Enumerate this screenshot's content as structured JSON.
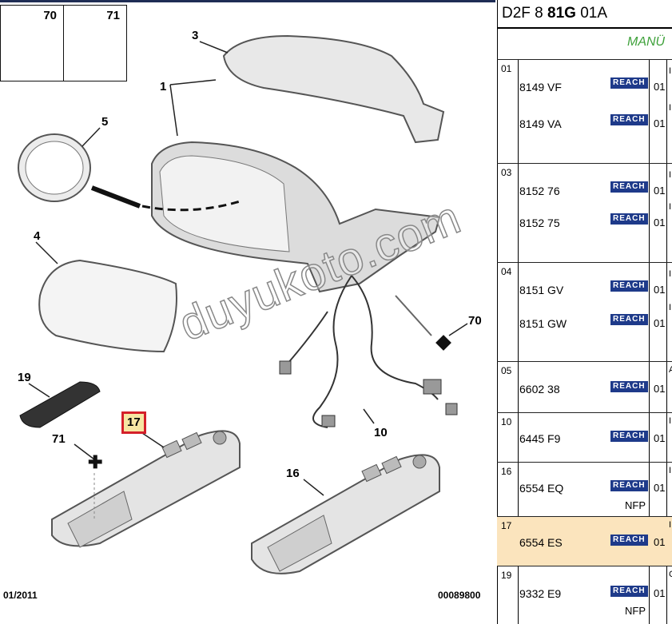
{
  "diagram": {
    "watermark": "duyukoto.com",
    "callouts": {
      "c1": "1",
      "c3": "3",
      "c4": "4",
      "c5": "5",
      "c10": "10",
      "c16": "16",
      "c17": "17",
      "c19": "19",
      "c70": "70",
      "c71": "71"
    },
    "ref_boxes": {
      "left": "70",
      "right": "71"
    },
    "footer_date": "01/2011",
    "footer_code": "00089800",
    "colors": {
      "highlight_border": "#d4202a",
      "highlight_fill": "#f6e6a3",
      "top_rule": "#1f2d55"
    }
  },
  "table": {
    "title_prefix": "D2F 8 ",
    "title_bold": "81G",
    "title_suffix": " 01A",
    "subtitle": "MANÜ",
    "reach_label": "REACH",
    "rows": [
      {
        "index": "01",
        "parts": [
          {
            "ref": "8149 VF",
            "qty": "01",
            "cut": "I"
          },
          {
            "ref": "8149 VA",
            "qty": "01",
            "cut": "I"
          }
        ]
      },
      {
        "index": "03",
        "parts": [
          {
            "ref": "8152 76",
            "qty": "01",
            "cut": "I"
          },
          {
            "ref": "8152 75",
            "qty": "01",
            "cut": "I"
          }
        ]
      },
      {
        "index": "04",
        "parts": [
          {
            "ref": "8151 GV",
            "qty": "01",
            "cut": "I"
          },
          {
            "ref": "8151 GW",
            "qty": "01",
            "cut": "I"
          }
        ]
      },
      {
        "index": "05",
        "parts": [
          {
            "ref": "6602 38",
            "qty": "01",
            "cut": "A"
          }
        ]
      },
      {
        "index": "10",
        "parts": [
          {
            "ref": "6445 F9",
            "qty": "01",
            "cut": "I"
          }
        ]
      },
      {
        "index": "16",
        "parts": [
          {
            "ref": "6554 EQ",
            "qty": "01",
            "cut": "I"
          }
        ],
        "nfp": "NFP"
      },
      {
        "index": "17",
        "parts": [
          {
            "ref": "6554 ES",
            "qty": "01",
            "cut": "I"
          }
        ],
        "highlighted": true
      },
      {
        "index": "19",
        "parts": [
          {
            "ref": "9332 E9",
            "qty": "01",
            "cut": "C"
          }
        ],
        "nfp": "NFP"
      }
    ],
    "colors": {
      "reach_badge": "#1e3a8a",
      "highlight_row": "#fbe4bd",
      "subtitle": "#3ea13a"
    }
  }
}
